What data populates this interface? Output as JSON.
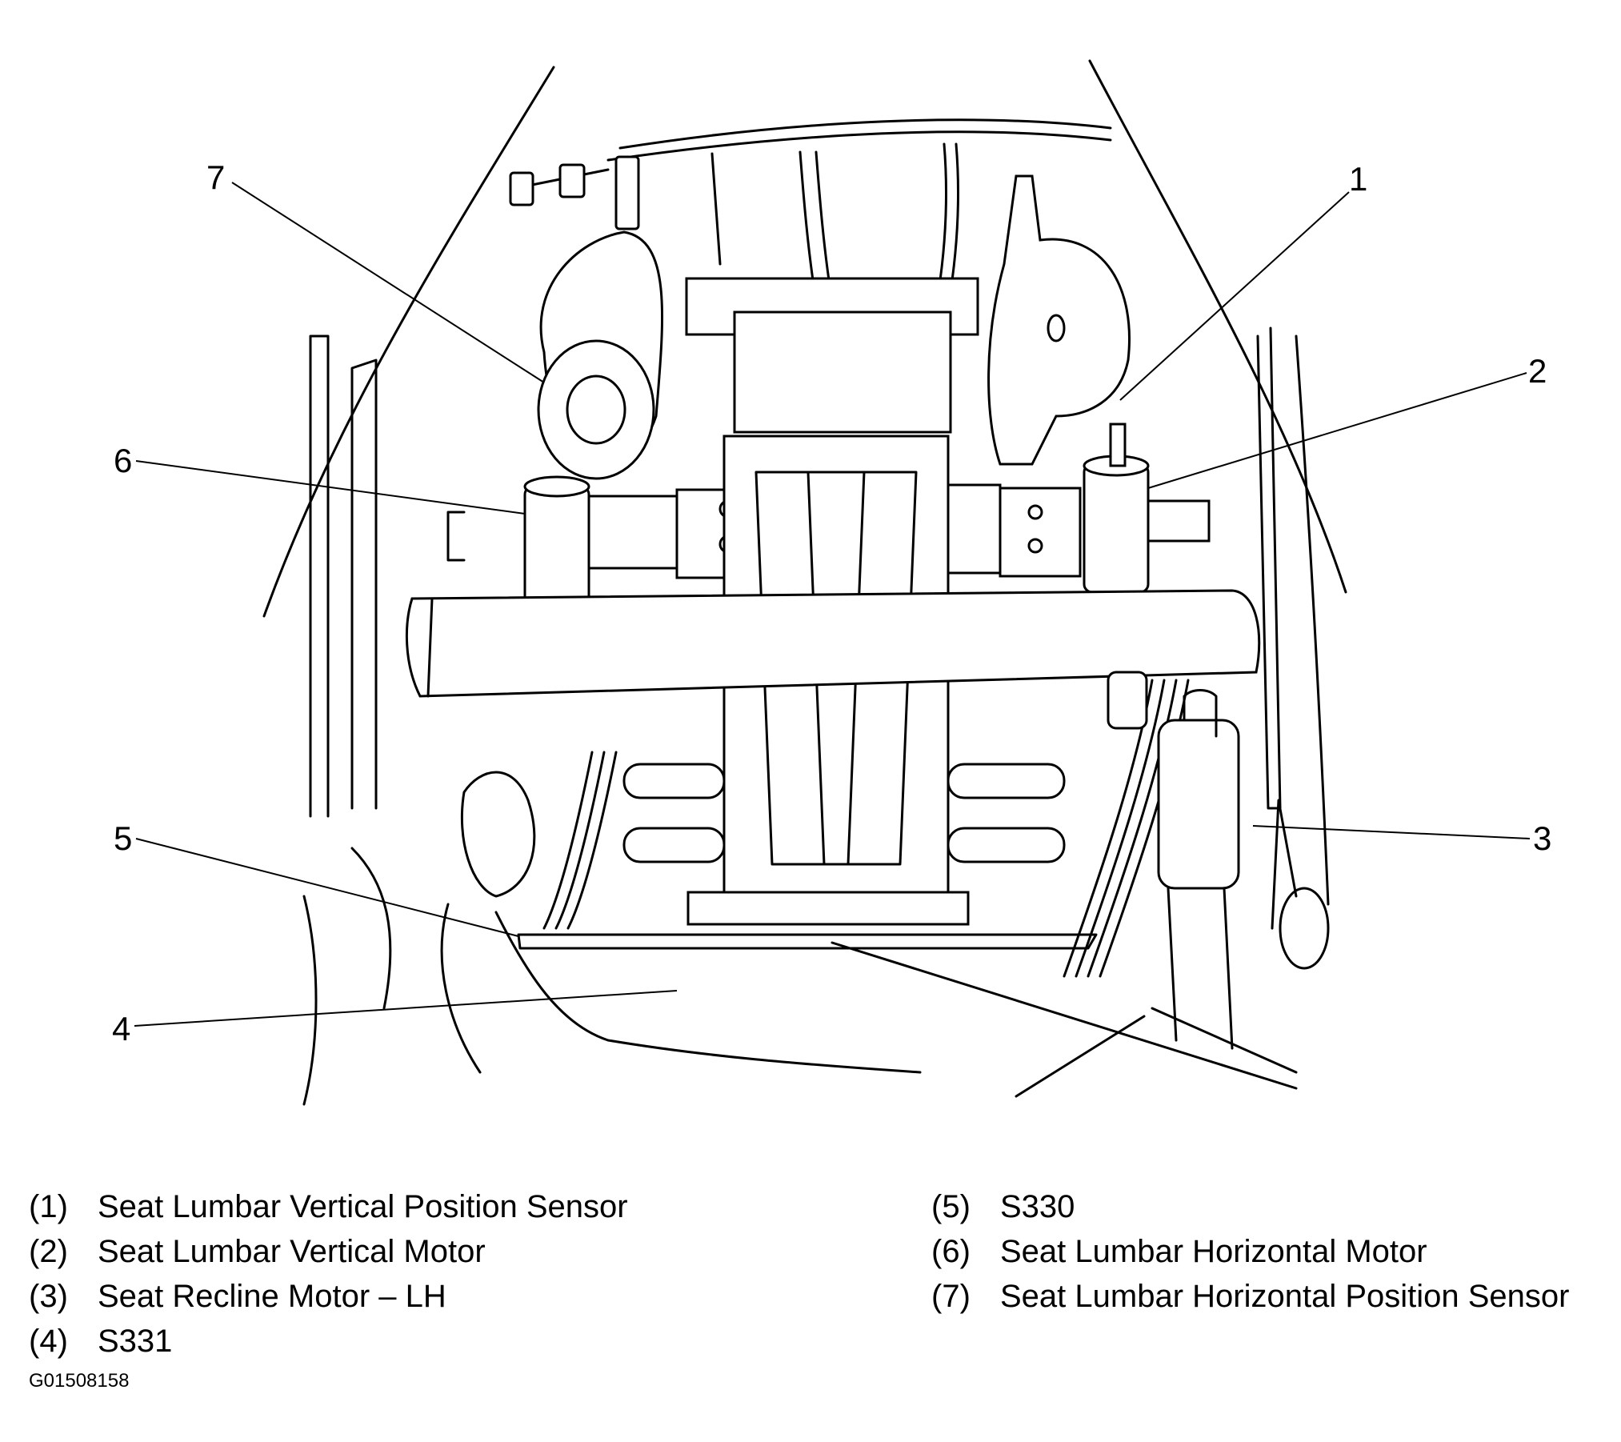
{
  "callouts": {
    "c1": "1",
    "c2": "2",
    "c3": "3",
    "c4": "4",
    "c5": "5",
    "c6": "6",
    "c7": "7"
  },
  "legend": {
    "left": [
      {
        "num": "(1)",
        "label": "Seat Lumbar Vertical Position Sensor"
      },
      {
        "num": "(2)",
        "label": "Seat Lumbar Vertical Motor"
      },
      {
        "num": "(3)",
        "label": "Seat Recline Motor – LH"
      },
      {
        "num": "(4)",
        "label": "S331"
      }
    ],
    "right": [
      {
        "num": "(5)",
        "label": "S330"
      },
      {
        "num": "(6)",
        "label": "Seat Lumbar Horizontal Motor"
      },
      {
        "num": "(7)",
        "label": "Seat Lumbar Horizontal Position Sensor"
      }
    ]
  },
  "figure_id": "G01508158"
}
